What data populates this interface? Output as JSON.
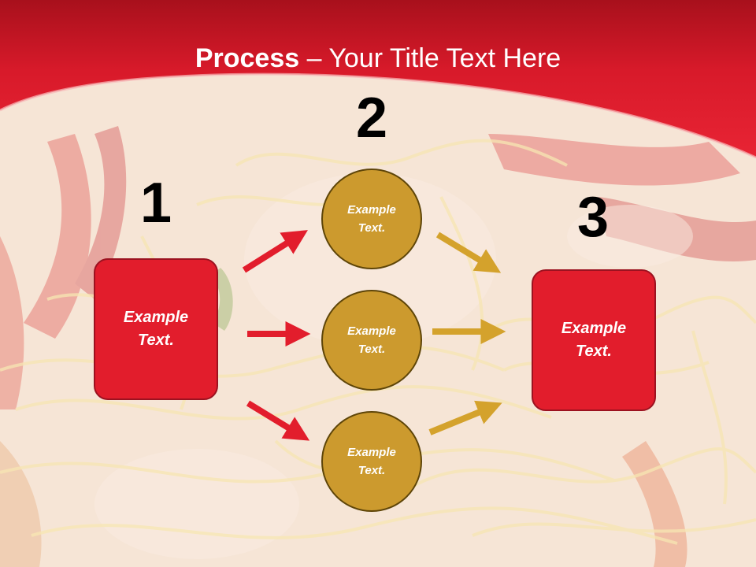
{
  "slide": {
    "title_bold": "Process",
    "title_rest": " – Your Title Text Here",
    "steps": [
      {
        "number": "1",
        "box_text": "Example\nText."
      },
      {
        "number": "2",
        "circles": [
          "Example\nText.",
          "Example\nText.",
          "Example\nText."
        ]
      },
      {
        "number": "3",
        "box_text": "Example\nText."
      }
    ]
  },
  "colors": {
    "banner": "#dc1c2c",
    "box": "#e21d2c",
    "circle": "#cc9a2e",
    "arrow_red": "#e21d2c",
    "arrow_gold": "#d4a22c"
  }
}
